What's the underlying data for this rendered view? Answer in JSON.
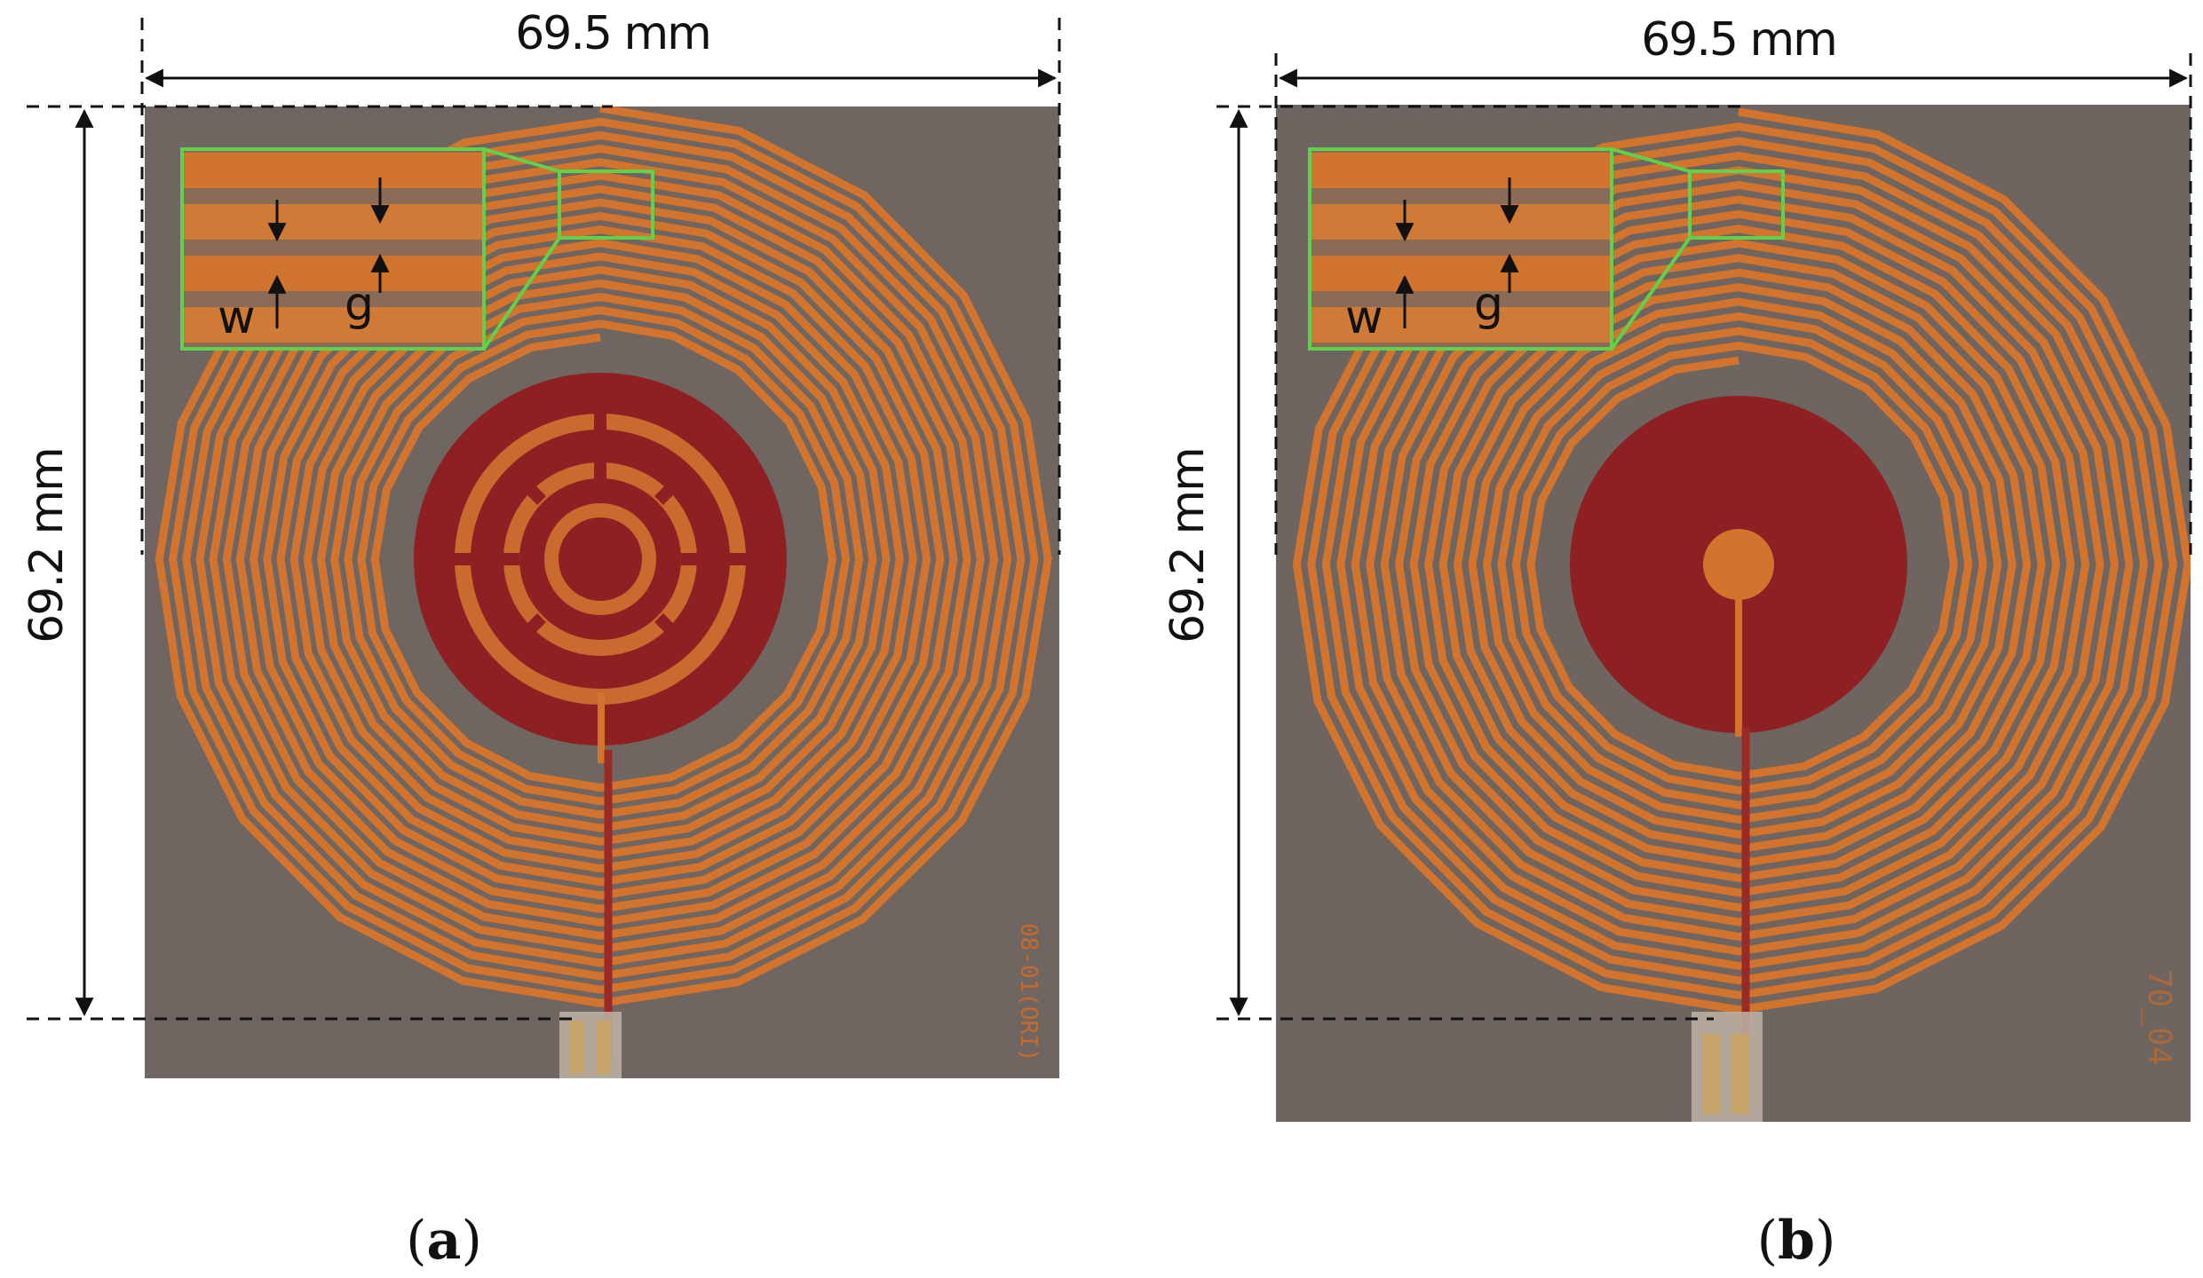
{
  "panels": [
    {
      "id": "a",
      "caption_open": "(",
      "caption_letter": "a",
      "caption_close": ")",
      "width_label": "69.5 mm",
      "height_label": "69.2 mm",
      "inset_w_label": "w",
      "inset_g_label": "g",
      "board_id": "08-01(ORI)",
      "center_pattern": "concentric-rings-with-spokes"
    },
    {
      "id": "b",
      "caption_open": "(",
      "caption_letter": "b",
      "caption_close": ")",
      "width_label": "69.5 mm",
      "height_label": "69.2 mm",
      "inset_w_label": "w",
      "inset_g_label": "g",
      "board_id": "70_04",
      "center_pattern": "solid-disc-with-center-pad"
    }
  ],
  "colors": {
    "substrate": "#6f6661",
    "copper_trace": "#d2742e",
    "red_ground": "#8e1f22",
    "inset_frame": "#5fd14a",
    "dimension_line": "#111111"
  }
}
